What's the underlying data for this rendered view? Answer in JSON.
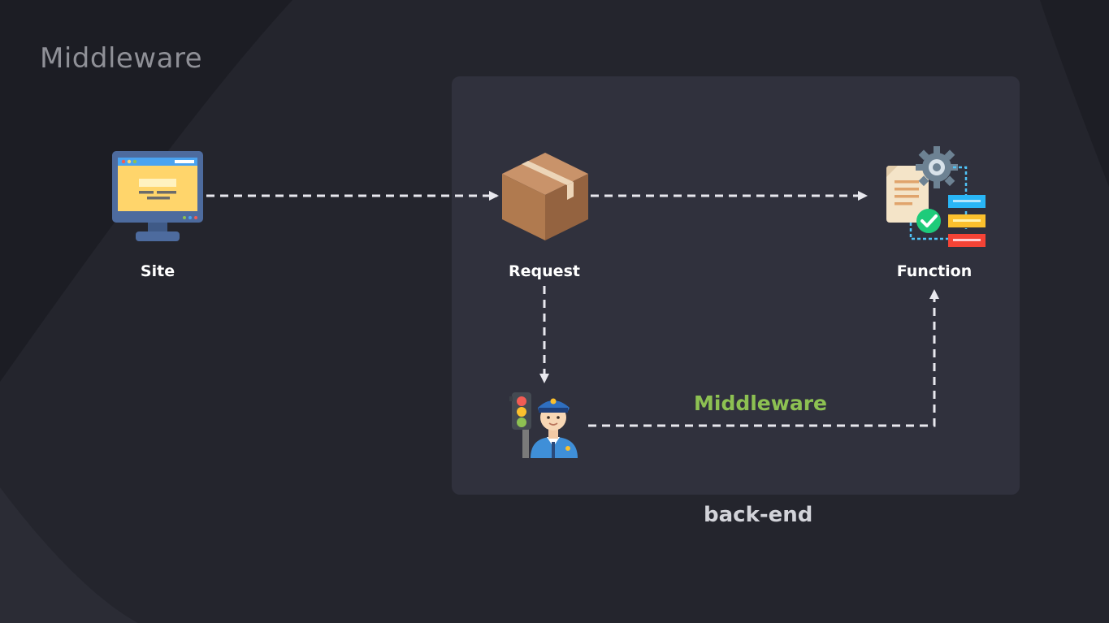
{
  "slide": {
    "title": "Middleware"
  },
  "nodes": {
    "site": {
      "label": "Site",
      "icon": "monitor-icon"
    },
    "request": {
      "label": "Request",
      "icon": "package-box-icon"
    },
    "function": {
      "label": "Function",
      "icon": "function-workflow-icon"
    },
    "middleware": {
      "label": "Middleware",
      "icon": "traffic-officer-icon"
    }
  },
  "backend": {
    "label": "back-end"
  },
  "colors": {
    "background": "#24252d",
    "panel": "#30313d",
    "middleware_label": "#8dc152",
    "arrow": "#e8e8ee"
  }
}
